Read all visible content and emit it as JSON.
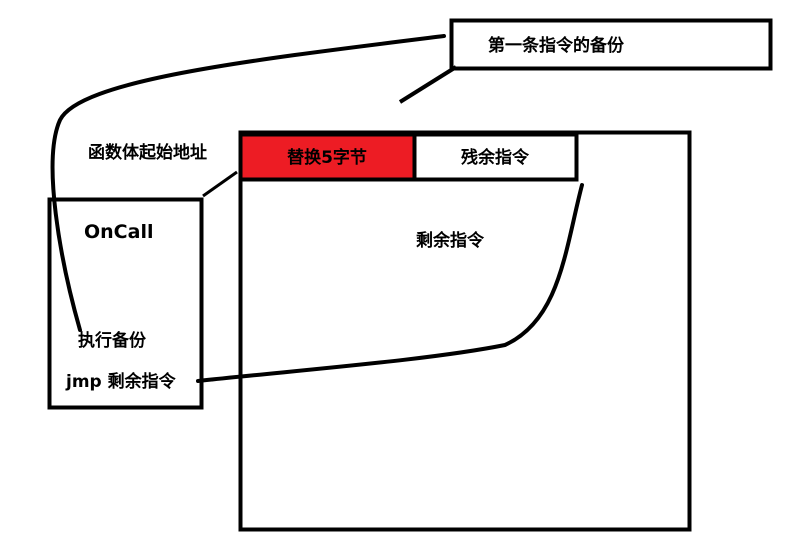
{
  "diagram": {
    "backup_box_label": "第一条指令的备份",
    "function_start_label": "函数体起始地址",
    "replaced_bytes_label": "替换5字节",
    "residual_instructions_label": "残余指令",
    "remaining_instructions_label": "剩余指令",
    "oncall_label": "OnCall",
    "execute_backup_label": "执行备份",
    "jmp_label": "jmp 剩余指令"
  },
  "colors": {
    "replaced_fill": "#ed1c24",
    "stroke": "#000000",
    "background": "#ffffff"
  }
}
